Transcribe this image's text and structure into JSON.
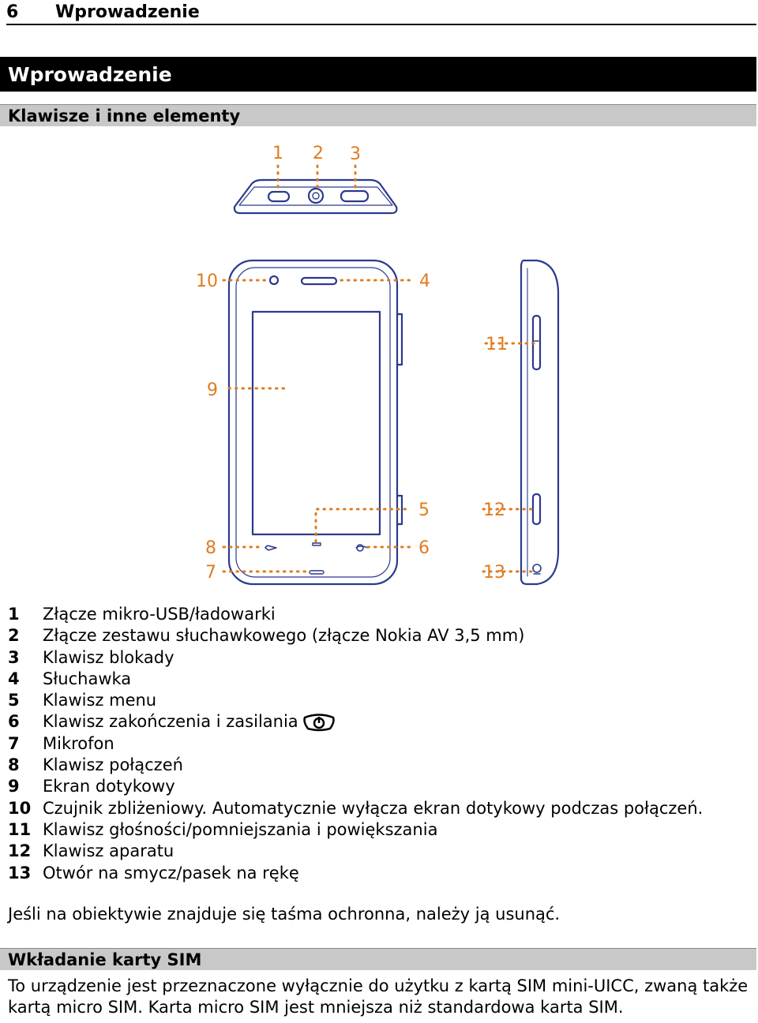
{
  "header": {
    "page_number": "6",
    "title": "Wprowadzenie"
  },
  "chapter_title": "Wprowadzenie",
  "section1_title": "Klawisze i inne elementy",
  "diagram": {
    "line_color": "#2b3a8e",
    "callout_color": "#e07b1f",
    "callouts": [
      "1",
      "2",
      "3",
      "4",
      "5",
      "6",
      "7",
      "8",
      "9",
      "10",
      "11",
      "12",
      "13"
    ]
  },
  "legend": [
    {
      "num": "1",
      "text": "Złącze mikro-USB/ładowarki"
    },
    {
      "num": "2",
      "text": "Złącze zestawu słuchawkowego (złącze Nokia AV 3,5 mm)"
    },
    {
      "num": "3",
      "text": "Klawisz blokady"
    },
    {
      "num": "4",
      "text": "Słuchawka"
    },
    {
      "num": "5",
      "text": "Klawisz menu"
    },
    {
      "num": "6",
      "text": "Klawisz zakończenia i zasilania",
      "icon": "power-icon"
    },
    {
      "num": "7",
      "text": "Mikrofon"
    },
    {
      "num": "8",
      "text": "Klawisz połączeń"
    },
    {
      "num": "9",
      "text": "Ekran dotykowy"
    },
    {
      "num": "10",
      "text": "Czujnik zbliżeniowy. Automatycznie wyłącza ekran dotykowy podczas połączeń."
    },
    {
      "num": "11",
      "text": "Klawisz głośności/pomniejszania i powiększania"
    },
    {
      "num": "12",
      "text": "Klawisz aparatu"
    },
    {
      "num": "13",
      "text": "Otwór na smycz/pasek na rękę"
    }
  ],
  "note": "Jeśli na obiektywie znajduje się taśma ochronna, należy ją usunąć.",
  "section2_title": "Wkładanie karty SIM",
  "section2_body": "To urządzenie jest przeznaczone wyłącznie do użytku z kartą SIM mini-UICC, zwaną także kartą micro SIM. Karta micro SIM jest mniejsza niż standardowa karta SIM."
}
